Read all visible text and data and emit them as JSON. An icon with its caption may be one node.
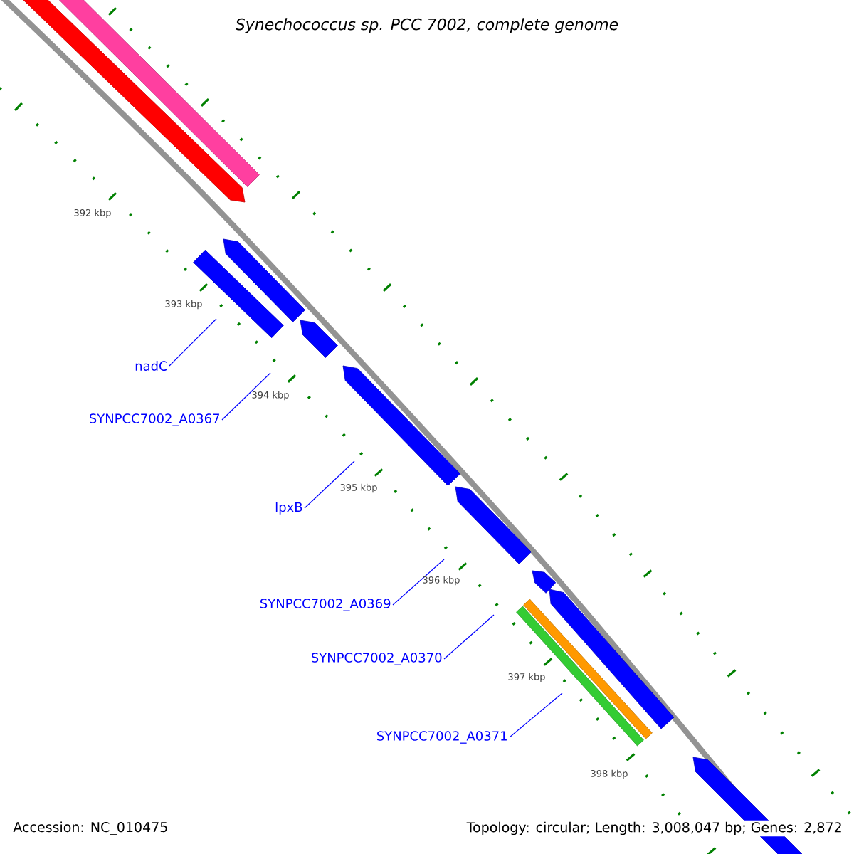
{
  "diagram": {
    "title": "Synechococcus sp. PCC 7002, complete genome",
    "nodes": [
      {
        "text": [
          "nadC"
        ]
      },
      {
        "text": [
          "SYNPCC7002_A0367"
        ]
      },
      {
        "text": [
          "lpxB"
        ]
      },
      {
        "text": [
          "SYNPCC7002_A0369"
        ]
      },
      {
        "text": [
          "SYNPCC7002_A0370"
        ]
      },
      {
        "text": [
          "SYNPCC7002_A0371"
        ]
      }
    ],
    "edges": [
      {
        "from": 0,
        "to": null,
        "arrow": "none"
      },
      {
        "from": 1,
        "to": null,
        "arrow": "none"
      },
      {
        "from": 2,
        "to": null,
        "arrow": "none"
      },
      {
        "from": 3,
        "to": null,
        "arrow": "none"
      },
      {
        "from": 4,
        "to": null,
        "arrow": "none"
      },
      {
        "from": 5,
        "to": null,
        "arrow": "none"
      }
    ],
    "labels": [
      "392 kbp",
      "393 kbp",
      "394 kbp",
      "395 kbp",
      "396 kbp",
      "397 kbp",
      "398 kbp",
      "Accession: NC_010475",
      "Topology: circular; Length: 3,008,047 bp; Genes: 2,872"
    ]
  }
}
